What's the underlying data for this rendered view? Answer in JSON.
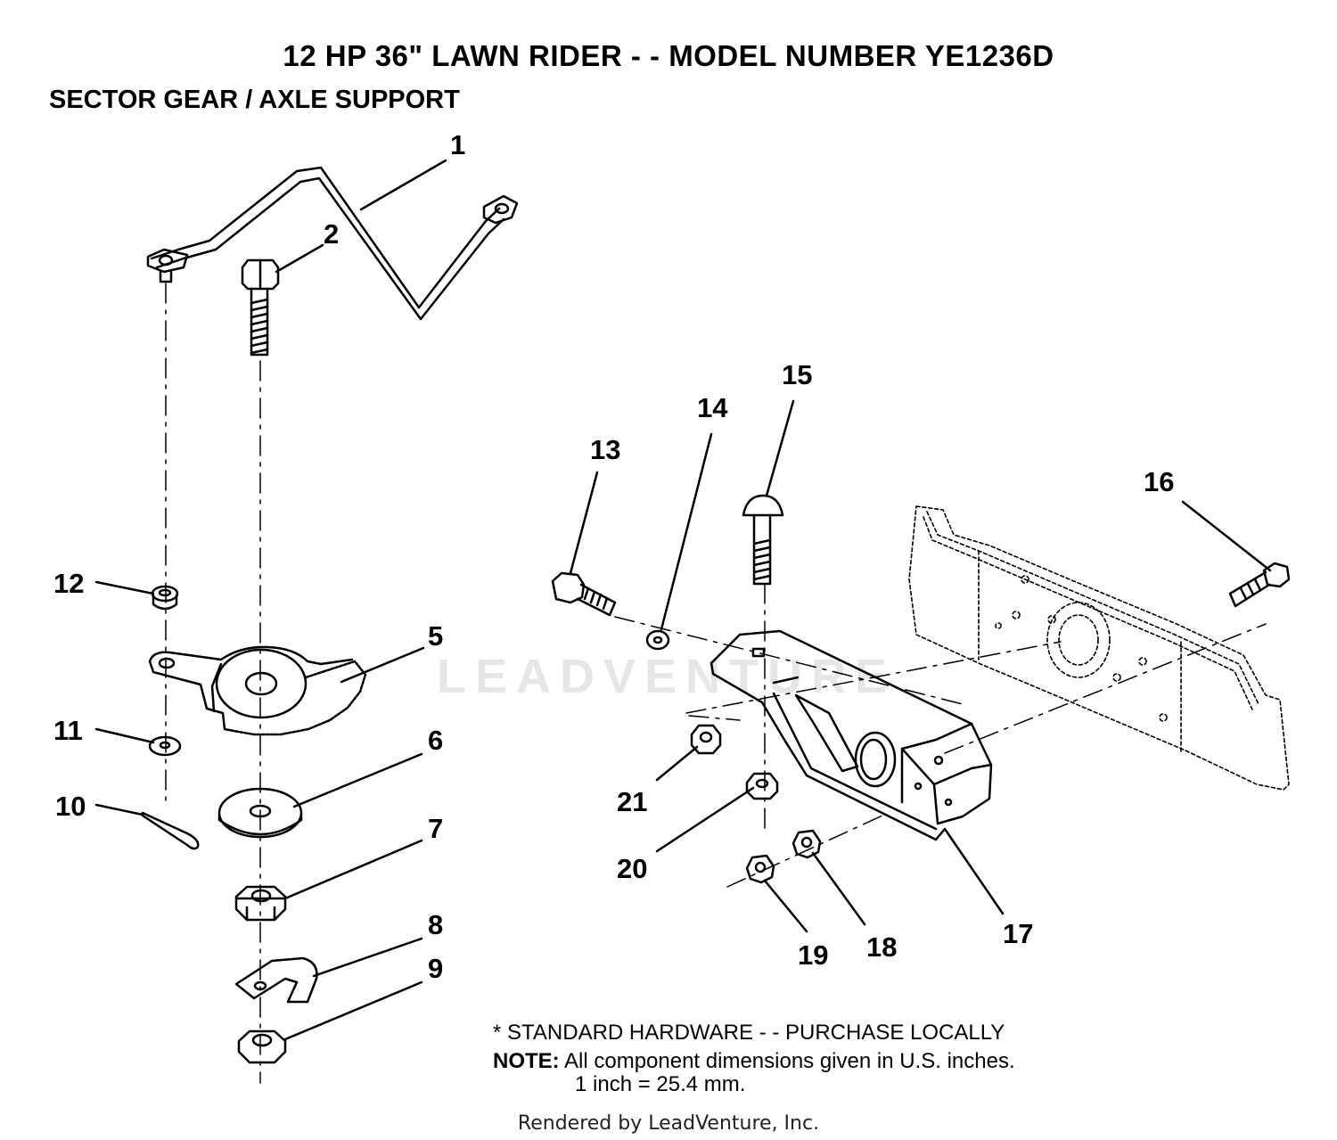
{
  "header": {
    "title": "12 HP 36\" LAWN RIDER - - MODEL NUMBER YE1236D",
    "subtitle": "SECTOR GEAR / AXLE SUPPORT"
  },
  "callouts": [
    "1",
    "2",
    "5",
    "6",
    "7",
    "8",
    "9",
    "10",
    "11",
    "12",
    "13",
    "14",
    "15",
    "16",
    "17",
    "18",
    "19",
    "20",
    "21"
  ],
  "notes": {
    "standard_hardware": "* STANDARD HARDWARE  - -  PURCHASE LOCALLY",
    "note_label": "NOTE:",
    "note_text": "All component dimensions given in U.S. inches.",
    "conversion": "1 inch  =  25.4 mm."
  },
  "watermark": "LEADVENTURE",
  "footer": "Rendered by LeadVenture, Inc."
}
